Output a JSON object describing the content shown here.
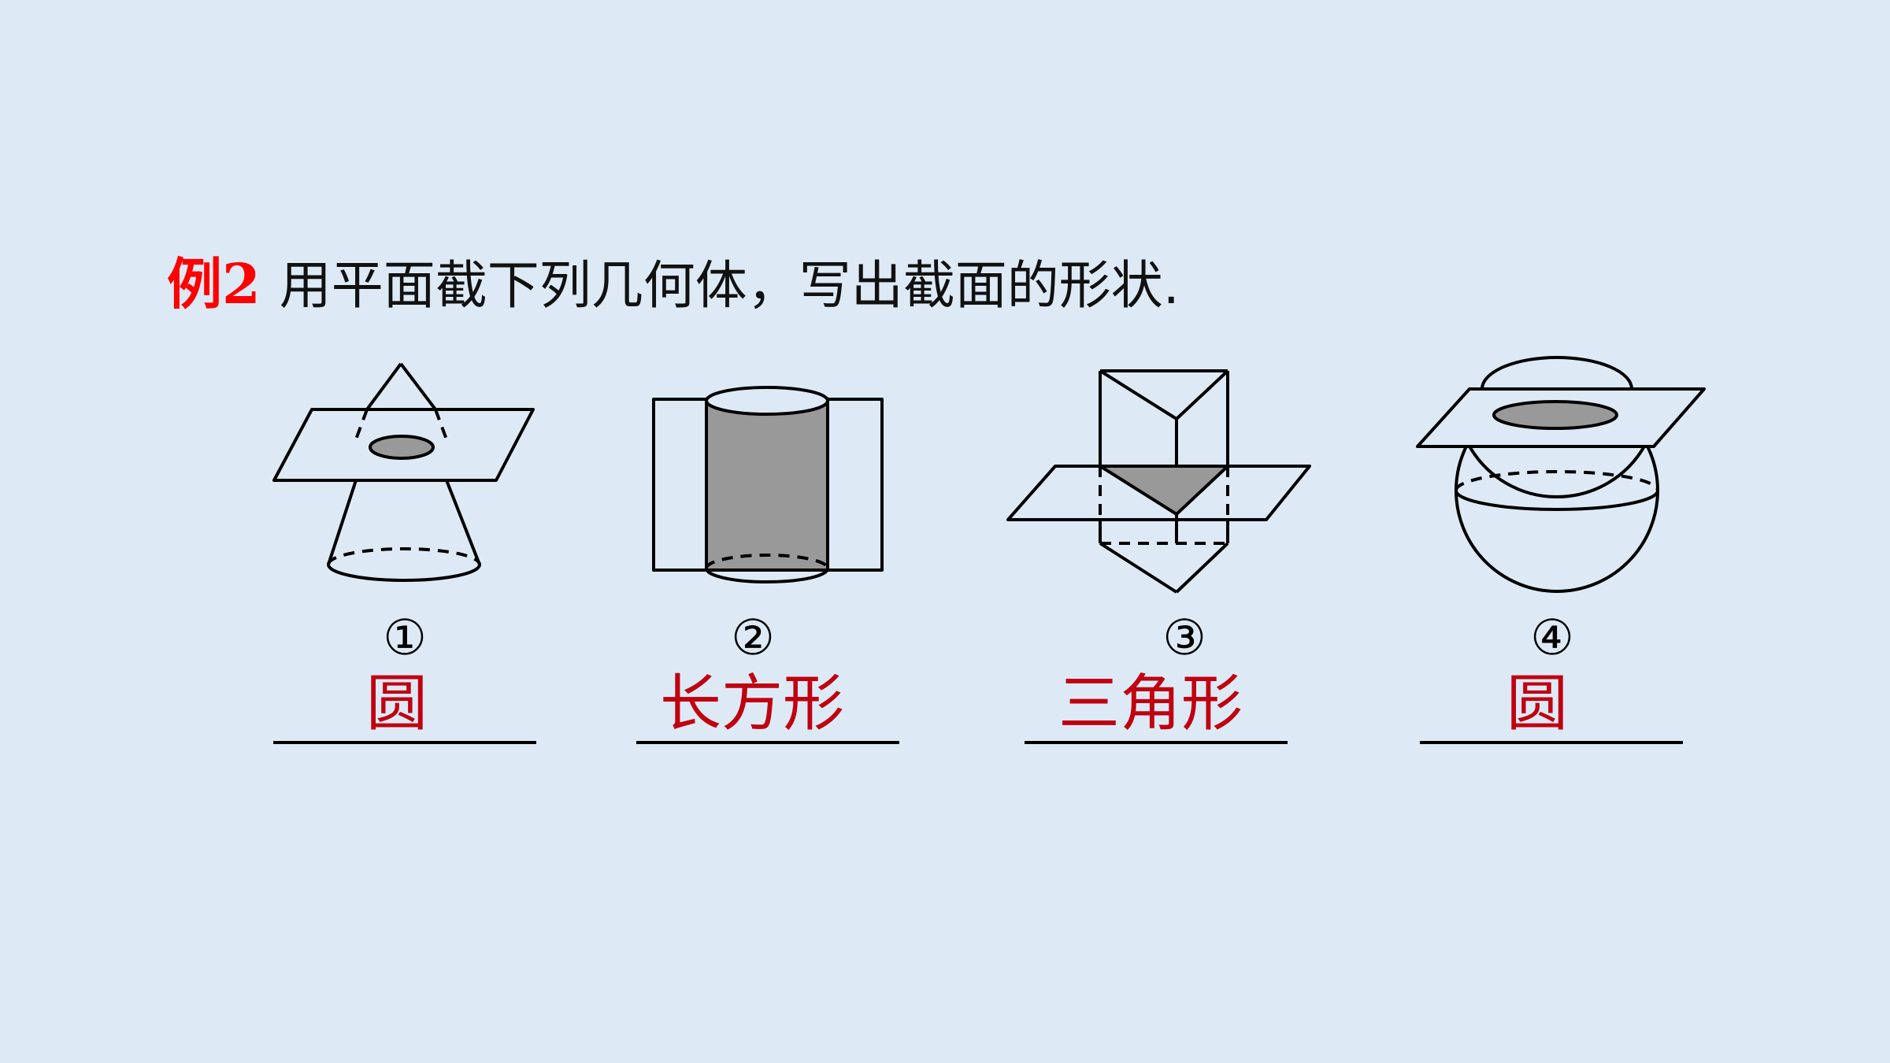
{
  "title": {
    "label": "例2",
    "text": "用平面截下列几何体，写出截面的形状."
  },
  "figures": [
    {
      "number": "①",
      "answer": "圆"
    },
    {
      "number": "②",
      "answer": "长方形"
    },
    {
      "number": "③",
      "answer": "三角形"
    },
    {
      "number": "④",
      "answer": "圆"
    }
  ],
  "colors": {
    "background": "#ddeaf6",
    "label": "#ff0000",
    "answer": "#c0000f",
    "section_fill": "#999999"
  }
}
